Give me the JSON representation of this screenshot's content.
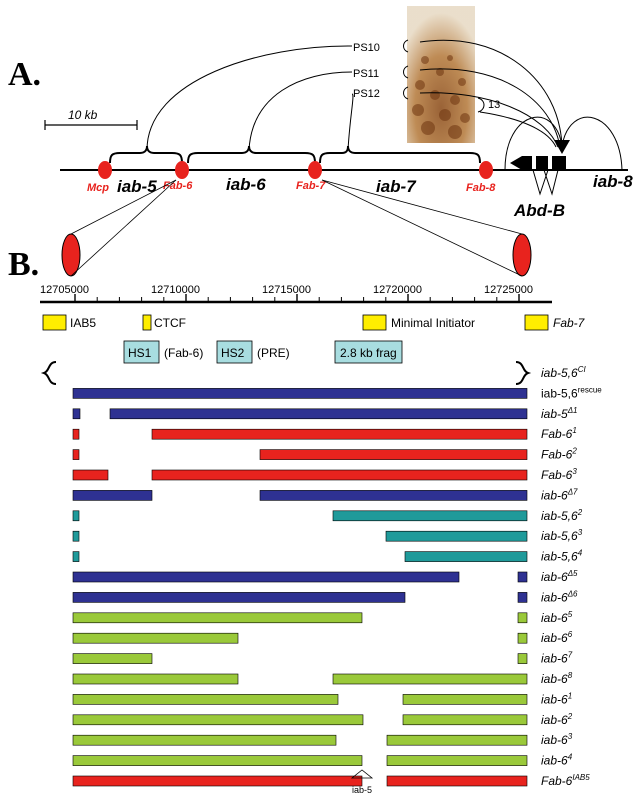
{
  "colors": {
    "red": "#e8231e",
    "blue": "#2e3192",
    "teal": "#1f9a9a",
    "green": "#9ac93a",
    "yellow": "#ffee00",
    "cyan": "#a8dde0",
    "embryo": "#a86428"
  },
  "panel_a": {
    "label": "A.",
    "scalebar_label": "10 kb",
    "ps_labels": [
      "PS10",
      "PS11",
      "PS12",
      "13"
    ],
    "regions": [
      "iab-5",
      "iab-6",
      "iab-7",
      "iab-8"
    ],
    "elements": [
      "Mcp",
      "Fab-6",
      "Fab-7",
      "Fab-8"
    ],
    "gene": "Abd-B"
  },
  "panel_b": {
    "label": "B.",
    "ticks": [
      "12705000",
      "12710000",
      "12715000",
      "12720000",
      "12725000"
    ],
    "features": [
      "IAB5",
      "CTCF",
      "Minimal Initiator",
      "Fab-7"
    ],
    "boxes": [
      "HS1",
      "(Fab-6)",
      "HS2",
      "(PRE)",
      "2.8 kb frag"
    ],
    "iab5_marker": "iab-5"
  },
  "constructs": [
    {
      "main": "iab-5,6",
      "sup": "CI",
      "italic": true,
      "color": "",
      "segs": []
    },
    {
      "main": "iab-5,6",
      "sup": "rescue",
      "italic": false,
      "color": "blue",
      "segs": [
        [
          73,
          527
        ]
      ]
    },
    {
      "main": "iab-5",
      "sup": "Δ1",
      "italic": true,
      "color": "blue",
      "segs": [
        [
          73,
          80
        ],
        [
          110,
          527
        ]
      ]
    },
    {
      "main": "Fab-6",
      "sup": "1",
      "italic": true,
      "color": "red",
      "segs": [
        [
          73,
          79
        ],
        [
          152,
          527
        ]
      ]
    },
    {
      "main": "Fab-6",
      "sup": "2",
      "italic": true,
      "color": "red",
      "segs": [
        [
          73,
          79
        ],
        [
          260,
          527
        ]
      ]
    },
    {
      "main": "Fab-6",
      "sup": "3",
      "italic": true,
      "color": "red",
      "segs": [
        [
          73,
          108
        ],
        [
          152,
          527
        ]
      ]
    },
    {
      "main": "iab-6",
      "sup": "Δ7",
      "italic": true,
      "color": "blue",
      "segs": [
        [
          73,
          152
        ],
        [
          260,
          527
        ]
      ]
    },
    {
      "main": "iab-5,6",
      "sup": "2",
      "italic": true,
      "color": "teal",
      "segs": [
        [
          73,
          79
        ],
        [
          333,
          527
        ]
      ]
    },
    {
      "main": "iab-5,6",
      "sup": "3",
      "italic": true,
      "color": "teal",
      "segs": [
        [
          73,
          79
        ],
        [
          386,
          527
        ]
      ]
    },
    {
      "main": "iab-5,6",
      "sup": "4",
      "italic": true,
      "color": "teal",
      "segs": [
        [
          73,
          79
        ],
        [
          405,
          527
        ]
      ]
    },
    {
      "main": "iab-6",
      "sup": "Δ5",
      "italic": true,
      "color": "blue",
      "segs": [
        [
          73,
          459
        ],
        [
          518,
          527
        ]
      ]
    },
    {
      "main": "iab-6",
      "sup": "Δ6",
      "italic": true,
      "color": "blue",
      "segs": [
        [
          73,
          405
        ],
        [
          518,
          527
        ]
      ]
    },
    {
      "main": "iab-6",
      "sup": "5",
      "italic": true,
      "color": "green",
      "segs": [
        [
          73,
          362
        ],
        [
          518,
          527
        ]
      ]
    },
    {
      "main": "iab-6",
      "sup": "6",
      "italic": true,
      "color": "green",
      "segs": [
        [
          73,
          238
        ],
        [
          518,
          527
        ]
      ]
    },
    {
      "main": "iab-6",
      "sup": "7",
      "italic": true,
      "color": "green",
      "segs": [
        [
          73,
          152
        ],
        [
          518,
          527
        ]
      ]
    },
    {
      "main": "iab-6",
      "sup": "8",
      "italic": true,
      "color": "green",
      "segs": [
        [
          73,
          238
        ],
        [
          333,
          527
        ]
      ]
    },
    {
      "main": "iab-6",
      "sup": "1",
      "italic": true,
      "color": "green",
      "segs": [
        [
          73,
          338
        ],
        [
          403,
          527
        ]
      ]
    },
    {
      "main": "iab-6",
      "sup": "2",
      "italic": true,
      "color": "green",
      "segs": [
        [
          73,
          363
        ],
        [
          403,
          527
        ]
      ]
    },
    {
      "main": "iab-6",
      "sup": "3",
      "italic": true,
      "color": "green",
      "segs": [
        [
          73,
          336
        ],
        [
          387,
          527
        ]
      ]
    },
    {
      "main": "iab-6",
      "sup": "4",
      "italic": true,
      "color": "green",
      "segs": [
        [
          73,
          362
        ],
        [
          387,
          527
        ]
      ]
    },
    {
      "main": "Fab-6",
      "sup": "IAB5",
      "italic": true,
      "color": "red",
      "segs": [
        [
          73,
          362
        ],
        [
          387,
          527
        ]
      ]
    }
  ]
}
